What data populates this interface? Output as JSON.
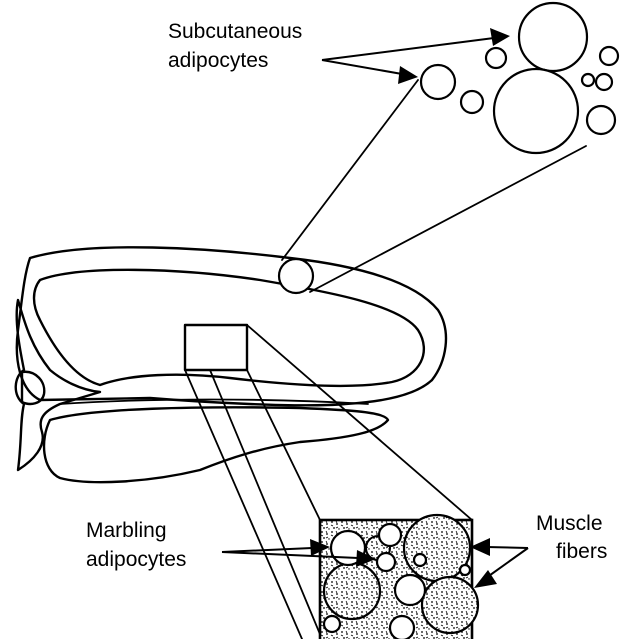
{
  "labels": {
    "subcutaneous": [
      "Subcutaneous",
      "adipocytes"
    ],
    "marbling": [
      "Marbling",
      "adipocytes"
    ],
    "muscle": [
      "Muscle",
      "fibers"
    ]
  },
  "colors": {
    "ink": "#000000",
    "background": "#ffffff"
  }
}
